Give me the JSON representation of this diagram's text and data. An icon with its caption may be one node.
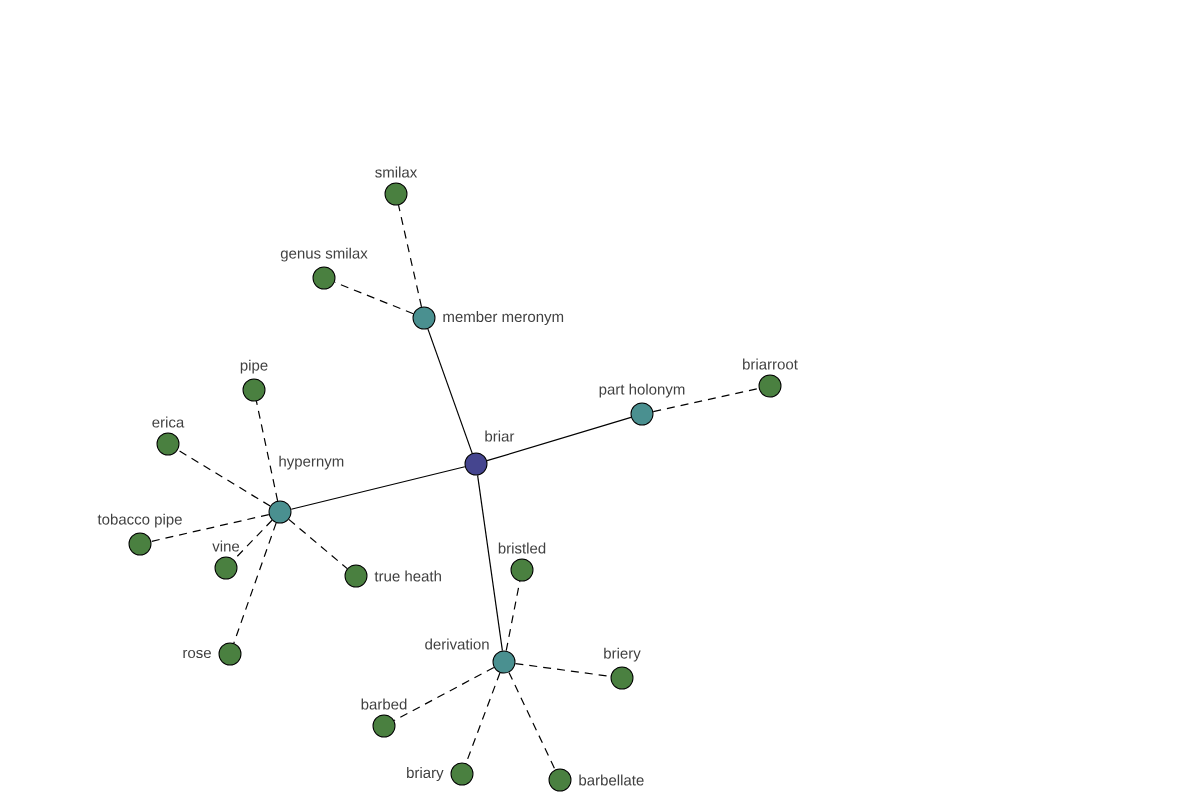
{
  "diagram": {
    "nodes": [
      {
        "text": [
          "briar"
        ]
      },
      {
        "text": [
          "member meronym"
        ]
      },
      {
        "text": [
          "smilax"
        ]
      },
      {
        "text": [
          "genus smilax"
        ]
      },
      {
        "text": [
          "part holonym"
        ]
      },
      {
        "text": [
          "briarroot"
        ]
      },
      {
        "text": [
          "hypernym"
        ]
      },
      {
        "text": [
          "pipe"
        ]
      },
      {
        "text": [
          "erica"
        ]
      },
      {
        "text": [
          "tobacco pipe"
        ]
      },
      {
        "text": [
          "vine"
        ]
      },
      {
        "text": [
          "true heath"
        ]
      },
      {
        "text": [
          "rose"
        ]
      },
      {
        "text": [
          "derivation"
        ]
      },
      {
        "text": [
          "bristled"
        ]
      },
      {
        "text": [
          "briery"
        ]
      },
      {
        "text": [
          "barbed"
        ]
      },
      {
        "text": [
          "briary"
        ]
      },
      {
        "text": [
          "barbellate"
        ]
      }
    ],
    "edges": [
      {
        "from": 0,
        "to": 1,
        "arrow": "none"
      },
      {
        "from": 0,
        "to": 4,
        "arrow": "none"
      },
      {
        "from": 0,
        "to": 6,
        "arrow": "none"
      },
      {
        "from": 0,
        "to": 13,
        "arrow": "none"
      },
      {
        "from": 1,
        "to": 2,
        "arrow": "none",
        "style": "dashed"
      },
      {
        "from": 1,
        "to": 3,
        "arrow": "none",
        "style": "dashed"
      },
      {
        "from": 4,
        "to": 5,
        "arrow": "none",
        "style": "dashed"
      },
      {
        "from": 6,
        "to": 7,
        "arrow": "none",
        "style": "dashed"
      },
      {
        "from": 6,
        "to": 8,
        "arrow": "none",
        "style": "dashed"
      },
      {
        "from": 6,
        "to": 9,
        "arrow": "none",
        "style": "dashed"
      },
      {
        "from": 6,
        "to": 10,
        "arrow": "none",
        "style": "dashed"
      },
      {
        "from": 6,
        "to": 11,
        "arrow": "none",
        "style": "dashed"
      },
      {
        "from": 6,
        "to": 12,
        "arrow": "none",
        "style": "dashed"
      },
      {
        "from": 13,
        "to": 14,
        "arrow": "none",
        "style": "dashed"
      },
      {
        "from": 13,
        "to": 15,
        "arrow": "none",
        "style": "dashed"
      },
      {
        "from": 13,
        "to": 16,
        "arrow": "none",
        "style": "dashed"
      },
      {
        "from": 13,
        "to": 17,
        "arrow": "none",
        "style": "dashed"
      },
      {
        "from": 13,
        "to": 18,
        "arrow": "none",
        "style": "dashed"
      }
    ]
  }
}
